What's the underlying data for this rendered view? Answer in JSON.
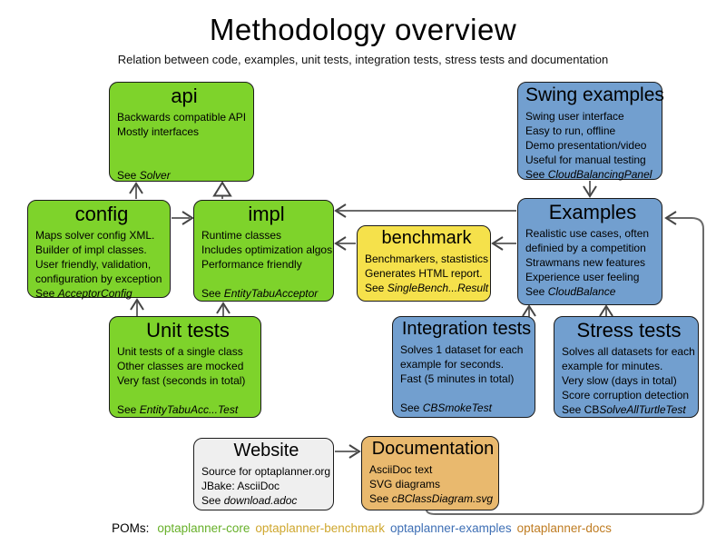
{
  "title": "Methodology overview",
  "subtitle": "Relation between code, examples, unit tests, integration tests, stress tests and documentation",
  "colors": {
    "green": "#7ED32B",
    "blue": "#729FCF",
    "yellow": "#F5E14B",
    "orange": "#E9B96E",
    "gray": "#EFEFEF"
  },
  "boxes": [
    {
      "id": "api",
      "title": "api",
      "color": "green",
      "lines": [
        {
          "text": "Backwards compatible API"
        },
        {
          "text": "Mostly interfaces"
        },
        {
          "text": ""
        },
        {
          "text": ""
        },
        {
          "pre": "See ",
          "italic": "Solver"
        }
      ]
    },
    {
      "id": "swing",
      "title": "Swing examples",
      "color": "blue",
      "lines": [
        {
          "text": "Swing user interface"
        },
        {
          "text": "Easy to run, offline"
        },
        {
          "text": "Demo presentation/video"
        },
        {
          "text": "Useful for manual testing"
        },
        {
          "pre": "See ",
          "italic": "CloudBalancingPanel"
        }
      ]
    },
    {
      "id": "config",
      "title": "config",
      "color": "green",
      "lines": [
        {
          "text": "Maps solver config XML."
        },
        {
          "text": "Builder of impl classes."
        },
        {
          "text": "User friendly, validation,"
        },
        {
          "text": "configuration by exception"
        },
        {
          "pre": "See ",
          "italic": "AcceptorConfig"
        }
      ]
    },
    {
      "id": "impl",
      "title": "impl",
      "color": "green",
      "lines": [
        {
          "text": "Runtime classes"
        },
        {
          "text": "Includes optimization algos"
        },
        {
          "text": "Performance friendly"
        },
        {
          "text": ""
        },
        {
          "pre": "See ",
          "italic": "EntityTabuAcceptor"
        }
      ]
    },
    {
      "id": "benchmark",
      "title": "benchmark",
      "color": "yellow",
      "lines": [
        {
          "text": "Benchmarkers, stastistics"
        },
        {
          "text": "Generates HTML report."
        },
        {
          "pre": "See ",
          "italic": "SingleBench...Result"
        }
      ]
    },
    {
      "id": "examples",
      "title": "Examples",
      "color": "blue",
      "lines": [
        {
          "text": "Realistic use cases, often"
        },
        {
          "text": "definied by a competition"
        },
        {
          "text": "Strawmans new features"
        },
        {
          "text": "Experience user feeling"
        },
        {
          "pre": "See ",
          "italic": "CloudBalance"
        }
      ]
    },
    {
      "id": "unit",
      "title": "Unit tests",
      "color": "green",
      "lines": [
        {
          "text": "Unit tests of a single class"
        },
        {
          "text": "Other classes are mocked"
        },
        {
          "text": "Very fast (seconds in total)"
        },
        {
          "text": ""
        },
        {
          "pre": "See ",
          "italic": "EntityTabuAcc...Test"
        }
      ]
    },
    {
      "id": "integration",
      "title": "Integration tests",
      "color": "blue",
      "lines": [
        {
          "text": "Solves 1 dataset for each"
        },
        {
          "text": "example for seconds."
        },
        {
          "text": "Fast (5 minutes in total)"
        },
        {
          "text": ""
        },
        {
          "pre": "See ",
          "italic": "CBSmokeTest"
        }
      ]
    },
    {
      "id": "stress",
      "title": "Stress tests",
      "color": "blue",
      "lines": [
        {
          "text": "Solves all datasets for each"
        },
        {
          "text": "example for minutes."
        },
        {
          "text": "Very slow (days in total)"
        },
        {
          "text": "Score corruption detection"
        },
        {
          "pre": "See CB",
          "italic": "SolveAllTurtleTest"
        }
      ]
    },
    {
      "id": "website",
      "title": "Website",
      "color": "gray",
      "lines": [
        {
          "text": "Source for optaplanner.org"
        },
        {
          "text": "JBake: AsciiDoc"
        },
        {
          "pre": "See ",
          "italic": "download.adoc"
        }
      ]
    },
    {
      "id": "documentation",
      "title": "Documentation",
      "color": "orange",
      "lines": [
        {
          "text": "AsciiDoc text"
        },
        {
          "text": "SVG diagrams"
        },
        {
          "pre": "See ",
          "italic": "cBClassDiagram.svg"
        }
      ]
    }
  ],
  "poms": {
    "label": "POMs:",
    "modules": [
      {
        "name": "optaplanner-core",
        "color": "#67B029"
      },
      {
        "name": "optaplanner-benchmark",
        "color": "#CFA72E"
      },
      {
        "name": "optaplanner-examples",
        "color": "#3E6FB5"
      },
      {
        "name": "optaplanner-docs",
        "color": "#BF7C22"
      }
    ]
  }
}
